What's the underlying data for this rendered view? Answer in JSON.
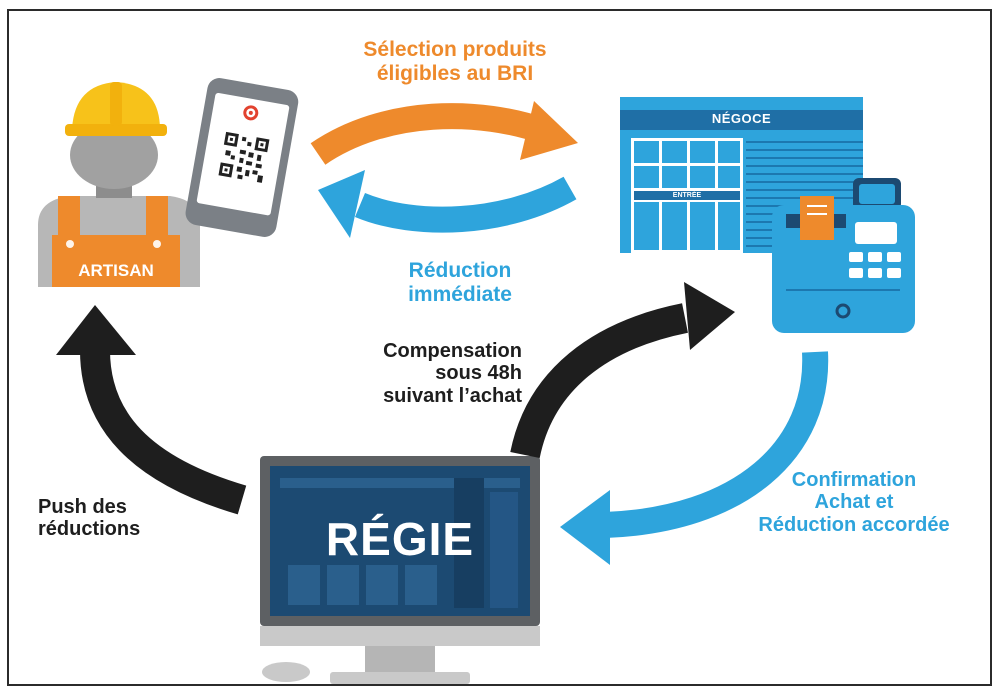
{
  "actors": {
    "artisan": "ARTISAN",
    "negoce": "NÉGOCE",
    "entree": "ENTRÉE",
    "regie": "RÉGIE"
  },
  "flows": {
    "selection": [
      "Sélection produits",
      "éligibles au BRI"
    ],
    "reduction": [
      "Réduction",
      "immédiate"
    ],
    "compensation": [
      "Compensation",
      "sous 48h",
      "suivant l’achat"
    ],
    "push": [
      "Push des",
      "réductions"
    ],
    "confirmation": [
      "Confirmation",
      "Achat et",
      "Réduction accordée"
    ]
  },
  "colors": {
    "orange": "#ee8a2c",
    "blue": "#2ea4dc",
    "dark": "#1e1e1e",
    "navy": "#1c4a72",
    "yellow": "#f7c21a",
    "grey": "#9e9e9e"
  }
}
